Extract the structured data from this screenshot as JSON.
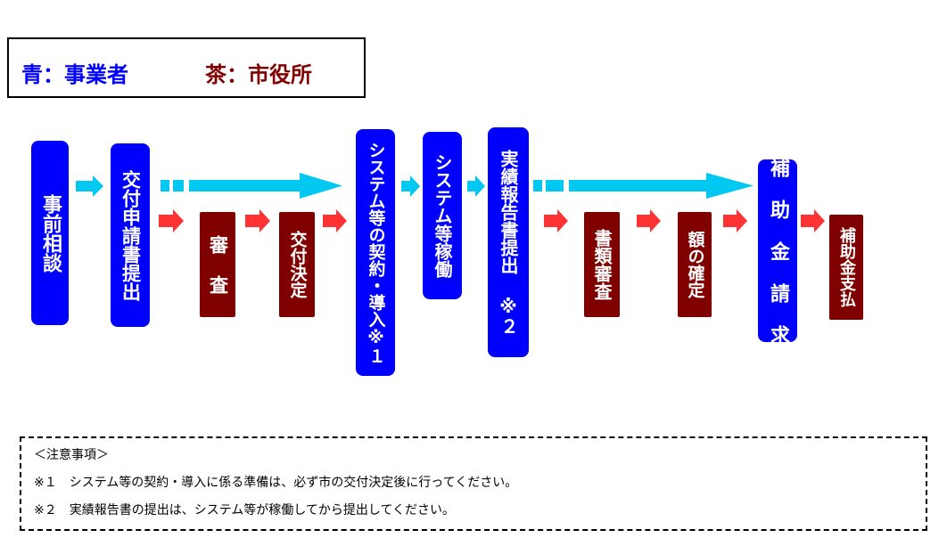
{
  "legend": {
    "applicant": "青：事業者",
    "city_office": "茶：市役所"
  },
  "colors": {
    "applicant": "#0000ff",
    "city_office": "#800000",
    "flow_arrow_applicant": "#00c8f0",
    "flow_arrow_city": "#ff3333"
  },
  "steps": {
    "pre_consultation": "事前相談",
    "application_submission": "交付申請書提出",
    "review": "審 査",
    "grant_decision": "交付決定",
    "system_contract": "システム等の契約・導入※１",
    "system_operation": "システム等稼働",
    "report_submission": "実績報告書提出 ※２",
    "document_review": "書類審査",
    "amount_confirmation": "額の確定",
    "subsidy_request": "補 助 金 請 求",
    "subsidy_payment": "補助金支払"
  },
  "notes": {
    "heading": "＜注意事項＞",
    "note1": "※１　システム等の契約・導入に係る準備は、必ず市の交付決定後に行ってください。",
    "note2": "※２　実績報告書の提出は、システム等が稼働してから提出してください。"
  }
}
